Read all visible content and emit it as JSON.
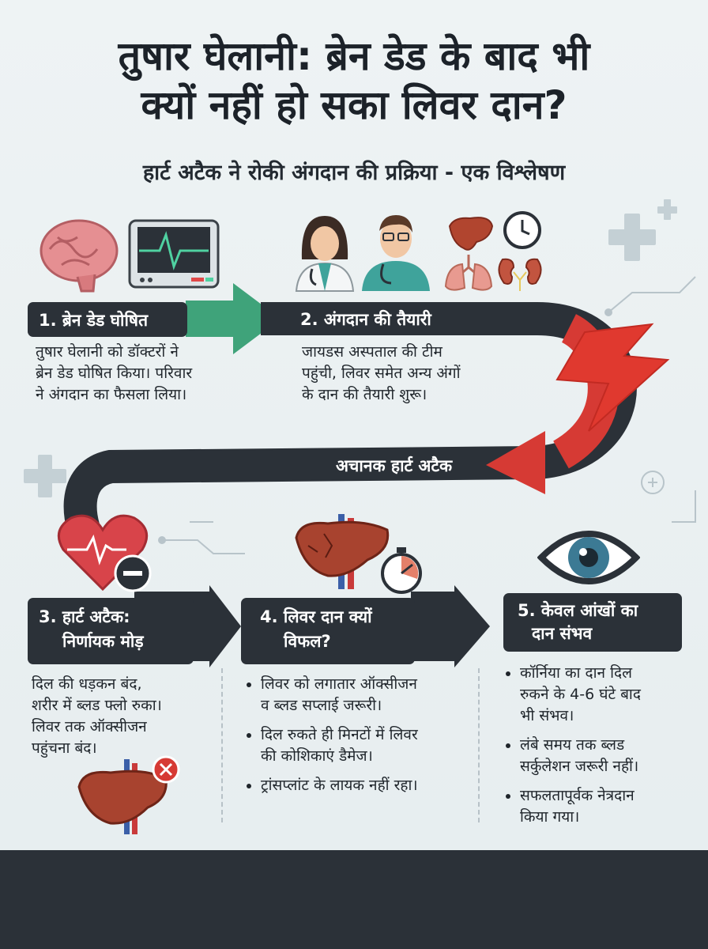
{
  "header": {
    "title_line1": "तुषार घेलानी: ब्रेन डेड के बाद भी",
    "title_line2": "क्यों नहीं हो सका लिवर दान?",
    "subtitle": "हार्ट अटैक ने रोकी अंगदान की प्रक्रिया - एक विश्लेषण"
  },
  "steps": [
    {
      "label": "1. ब्रेन डेड घोषित",
      "text": [
        "तुषार घेलानी को डॉक्टरों ने",
        "ब्रेन डेड घोषित किया। परिवार",
        "ने अंगदान का फैसला लिया।"
      ]
    },
    {
      "label": "2. अंगदान की तैयारी",
      "text": [
        "जायडस अस्पताल की टीम",
        "पहुंची, लिवर समेत अन्य अंगों",
        "के दान की तैयारी शुरू।"
      ]
    },
    {
      "label_line1": "3. हार्ट अटैक:",
      "label_line2": "निर्णायक मोड़",
      "text": [
        "दिल की धड़कन बंद,",
        "शरीर में ब्लड फ्लो रुका।",
        "लिवर तक ऑक्सीजन",
        "पहुंचना बंद।"
      ]
    },
    {
      "label_line1": "4. लिवर दान क्यों",
      "label_line2": "विफल?",
      "bullets": [
        [
          "लिवर को लगातार ऑक्सीजन",
          "व ब्लड सप्लाई जरूरी।"
        ],
        [
          "दिल रुकते ही मिनटों में लिवर",
          "की कोशिकाएं डैमेज।"
        ],
        [
          "ट्रांसप्लांट के लायक नहीं रहा।"
        ]
      ]
    },
    {
      "label_line1": "5. केवल आंखों का",
      "label_line2": "दान संभव",
      "bullets": [
        [
          "कॉर्निया का दान दिल",
          "रुकने के 4-6 घंटे बाद",
          "भी संभव।"
        ],
        [
          "लंबे समय तक ब्लड",
          "सर्कुलेशन जरूरी नहीं।"
        ],
        [
          "सफलतापूर्वक नेत्रदान",
          "किया गया।"
        ]
      ]
    }
  ],
  "arrow_label": "अचानक हार्ट अटैक",
  "colors": {
    "dark": "#2b3138",
    "green": "#3fa37a",
    "red": "#d63a34",
    "liver": "#a8432f",
    "bg": "#e8eef0"
  },
  "icons": [
    "brain-icon",
    "heart-monitor-icon",
    "female-doctor-icon",
    "male-doctor-icon",
    "liver-icon",
    "clock-icon",
    "lungs-icon",
    "kidneys-icon",
    "lightning-icon",
    "heart-icon",
    "damaged-liver-icon",
    "stopwatch-icon",
    "eye-icon",
    "medical-cross-icon"
  ]
}
